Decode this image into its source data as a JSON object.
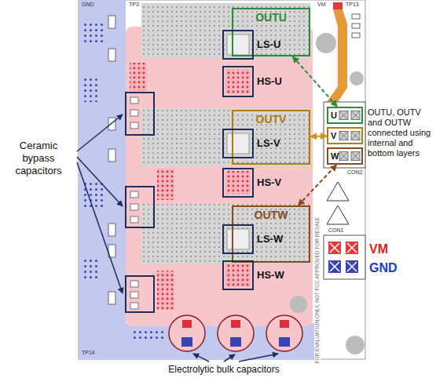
{
  "diagram": {
    "nodes": [
      {
        "text": [
          "OUTU"
        ]
      },
      {
        "text": [
          "LS-U"
        ]
      },
      {
        "text": [
          "HS-U"
        ]
      },
      {
        "text": [
          "OUTV"
        ]
      },
      {
        "text": [
          "LS-V"
        ]
      },
      {
        "text": [
          "HS-V"
        ]
      },
      {
        "text": [
          "OUTW"
        ]
      },
      {
        "text": [
          "LS-W"
        ]
      },
      {
        "text": [
          "HS-W"
        ]
      },
      {
        "text": [
          "U"
        ]
      },
      {
        "text": [
          "V"
        ]
      },
      {
        "text": [
          "W"
        ]
      }
    ],
    "edges": [
      {
        "from": 0,
        "to": 9,
        "arrow": "both"
      },
      {
        "from": 3,
        "to": 10,
        "arrow": "both"
      },
      {
        "from": 6,
        "to": 11,
        "arrow": "both"
      }
    ],
    "labels": [
      "GND",
      "TP3",
      "VM",
      "TP13",
      "OUTU, OUTV and OUTW connected using internal and bottom layers",
      "Ceramic bypass capacitors",
      "CON2",
      "CON1",
      "VM",
      "GND",
      "FOR EVALUATION ONLY, NOT FCC APPROVED FOR RESALE",
      "TP14",
      "Electrolytic bulk capacitors"
    ]
  }
}
